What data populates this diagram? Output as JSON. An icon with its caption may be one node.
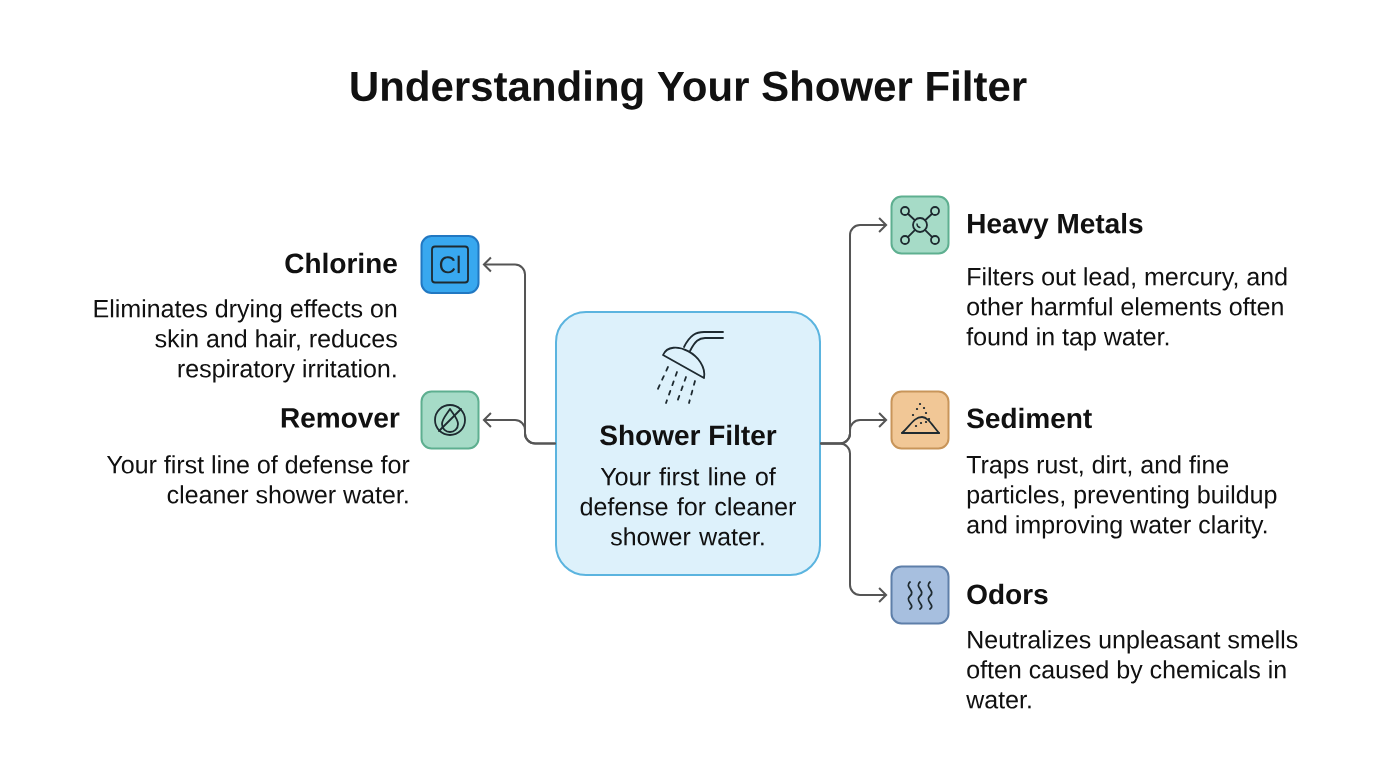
{
  "diagram": {
    "title": "Understanding Your Shower Filter",
    "nodes": [
      {
        "text": [
          "Shower Filter",
          "Your first line of defense for cleaner shower water."
        ]
      },
      {
        "text": [
          "Cl"
        ],
        "beside": [
          "Chlorine",
          "Eliminates drying effects on skin and hair, reduces respiratory irritation."
        ]
      },
      {
        "text": [],
        "shape": "box",
        "beside": [
          "Remover",
          "Your first line of defense for cleaner shower water."
        ]
      },
      {
        "text": [],
        "shape": "box",
        "beside": [
          "Heavy Metals",
          "Filters out lead, mercury, and other harmful elements often found in tap water."
        ]
      },
      {
        "text": [],
        "shape": "box",
        "beside": [
          "Sediment",
          "Traps rust, dirt, and fine particles, preventing buildup and improving water clarity."
        ]
      },
      {
        "text": [],
        "shape": "box",
        "beside": [
          "Odors",
          "Neutralizes unpleasant smells often caused by chemicals in water."
        ]
      }
    ],
    "edges": [
      {
        "from": 0,
        "to": 1,
        "arrow": "to"
      },
      {
        "from": 0,
        "to": 2,
        "arrow": "to"
      },
      {
        "from": 0,
        "to": 3,
        "arrow": "to"
      },
      {
        "from": 0,
        "to": 4,
        "arrow": "to"
      },
      {
        "from": 0,
        "to": 5,
        "arrow": "to"
      }
    ]
  }
}
